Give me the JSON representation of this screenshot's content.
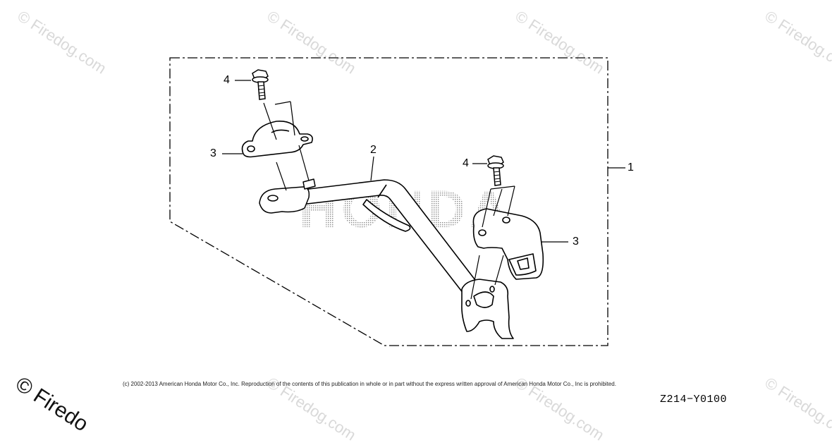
{
  "watermarks": [
    "© Firedog.com",
    "© Firedog.com",
    "© Firedog.com",
    "© Firedog.com",
    "© Firedog.com",
    "© Firedog.com",
    "© Firedog.com"
  ],
  "watermark_corner": "© Firedo",
  "brand_backdrop": "HONDA",
  "callouts": {
    "c1": "1",
    "c2": "2",
    "c3_left": "3",
    "c3_right": "3",
    "c4_left": "4",
    "c4_right": "4"
  },
  "copyright": "(c) 2002-2013 American Honda Motor Co., Inc. Reproduction of the contents of this publication in whole or in part without the express written approval of American Honda Motor Co., Inc is prohibited.",
  "part_code": "Z214−Y0100",
  "colors": {
    "line": "#000000",
    "watermark": "#d9d9d9",
    "backdrop_dots": "#8a8a8a"
  }
}
